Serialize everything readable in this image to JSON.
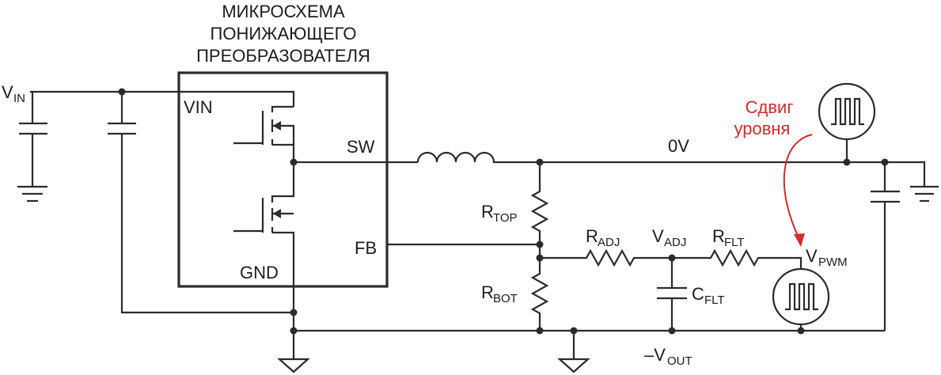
{
  "chip": {
    "title_lines": [
      "МИКРОСХЕМА",
      "ПОНИЖАЮЩЕГО",
      "ПРЕОБРАЗОВАТЕЛЯ"
    ],
    "pins": {
      "vin": "VIN",
      "sw": "SW",
      "fb": "FB",
      "gnd": "GND"
    }
  },
  "labels": {
    "vin": {
      "main": "V",
      "sub": "IN"
    },
    "zero_v": "0V",
    "r_top": {
      "main": "R",
      "sub": "TOP"
    },
    "r_bot": {
      "main": "R",
      "sub": "BOT"
    },
    "r_adj": {
      "main": "R",
      "sub": "ADJ"
    },
    "v_adj": {
      "main": "V",
      "sub": "ADJ"
    },
    "r_flt": {
      "main": "R",
      "sub": "FLT"
    },
    "c_flt": {
      "main": "C",
      "sub": "FLT"
    },
    "v_pwm": {
      "main": "V",
      "sub": "PWM"
    },
    "v_out": {
      "main": "–V",
      "sub": "OUT"
    }
  },
  "annotation": {
    "lines": [
      "Сдвиг",
      "уровня"
    ],
    "color": "#d42a2a"
  },
  "colors": {
    "wire": "#2b2b2b",
    "accent": "#d42a2a"
  }
}
